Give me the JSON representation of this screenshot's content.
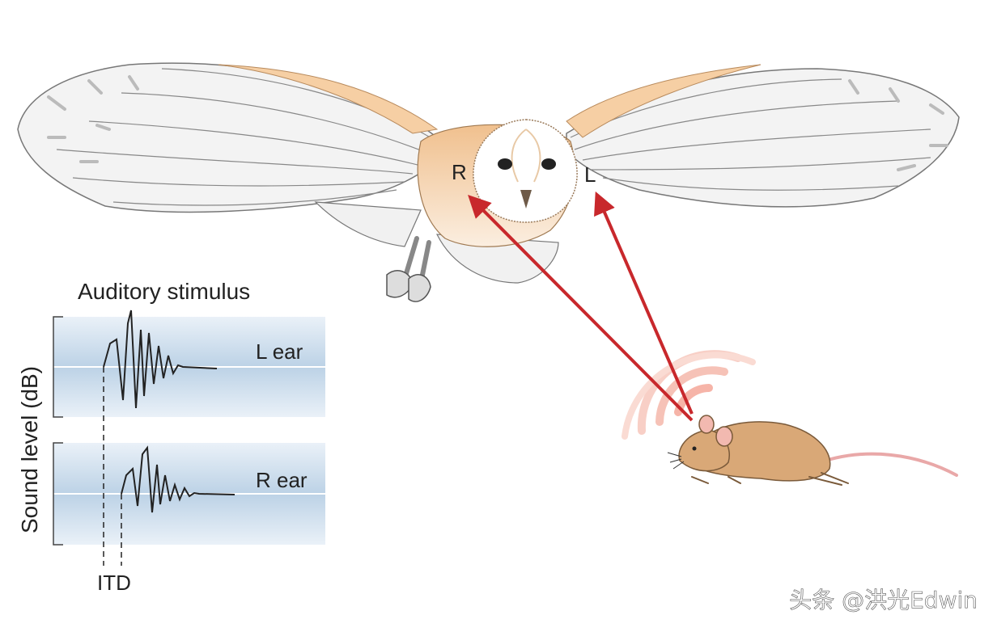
{
  "owl": {
    "right_ear_label": "R",
    "left_ear_label": "L"
  },
  "graph": {
    "title": "Auditory stimulus",
    "y_label": "Sound level (dB)",
    "left_ear_trace_label": "L ear",
    "right_ear_trace_label": "R ear",
    "delay_label": "ITD"
  },
  "watermark": "头条 @洪光Edwin",
  "colors": {
    "arrow": "#c8282c",
    "owl_back": "#f3c89a",
    "owl_face": "#ffffff",
    "wing": "#f1f1f1",
    "mouse": "#d9a877",
    "graph_band": "#c3d6e8",
    "sound_wave": "#f28b7e"
  }
}
